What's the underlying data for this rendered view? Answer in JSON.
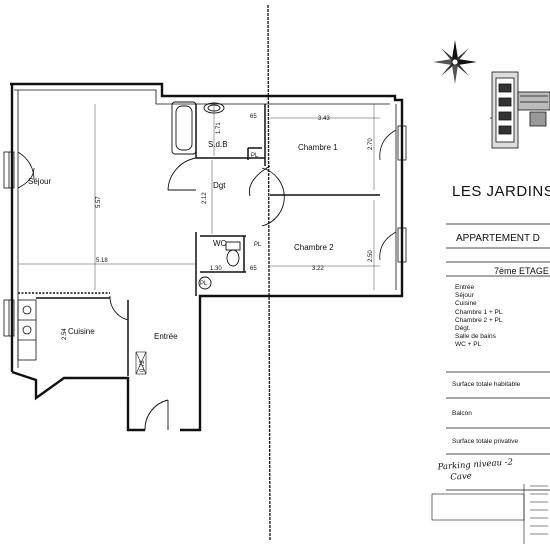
{
  "plan": {
    "rooms": {
      "sejour": "Séjour",
      "sdb": "S.d.B",
      "chambre1": "Chambre 1",
      "chambre2": "Chambre 2",
      "dgt": "Dgt",
      "wc": "WC",
      "cuisine": "Cuisine",
      "entree": "Entrée",
      "pl1": "PL",
      "pl2": "PL",
      "pl3": "PL"
    },
    "dimensions": {
      "d1": "1.71",
      "d2": "65",
      "d3": "3.43",
      "d4": "2.70",
      "d5": "5.57",
      "d6": "2.12",
      "d7": "5.18",
      "d8": "1.30",
      "d9": "65",
      "d10": "3.22",
      "d11": "2.50",
      "d12": "2.54",
      "d13": "0.72"
    }
  },
  "panel": {
    "title": "LES JARDINS",
    "subtitle": "APPARTEMENT D",
    "floor": "7ème ETAGE",
    "rooms": [
      "Entrée",
      "Séjour",
      "Cuisine",
      "Chambre 1 + PL",
      "Chambre 2 + PL",
      "Dégt.",
      "Salle de bains",
      "WC + PL"
    ],
    "surface_habitable": "Surface totale habitable",
    "balcon": "Balcon",
    "surface_privative": "Surface totale privative",
    "handwritten_1": "Parking niveau -2",
    "handwritten_2": "Cave"
  }
}
